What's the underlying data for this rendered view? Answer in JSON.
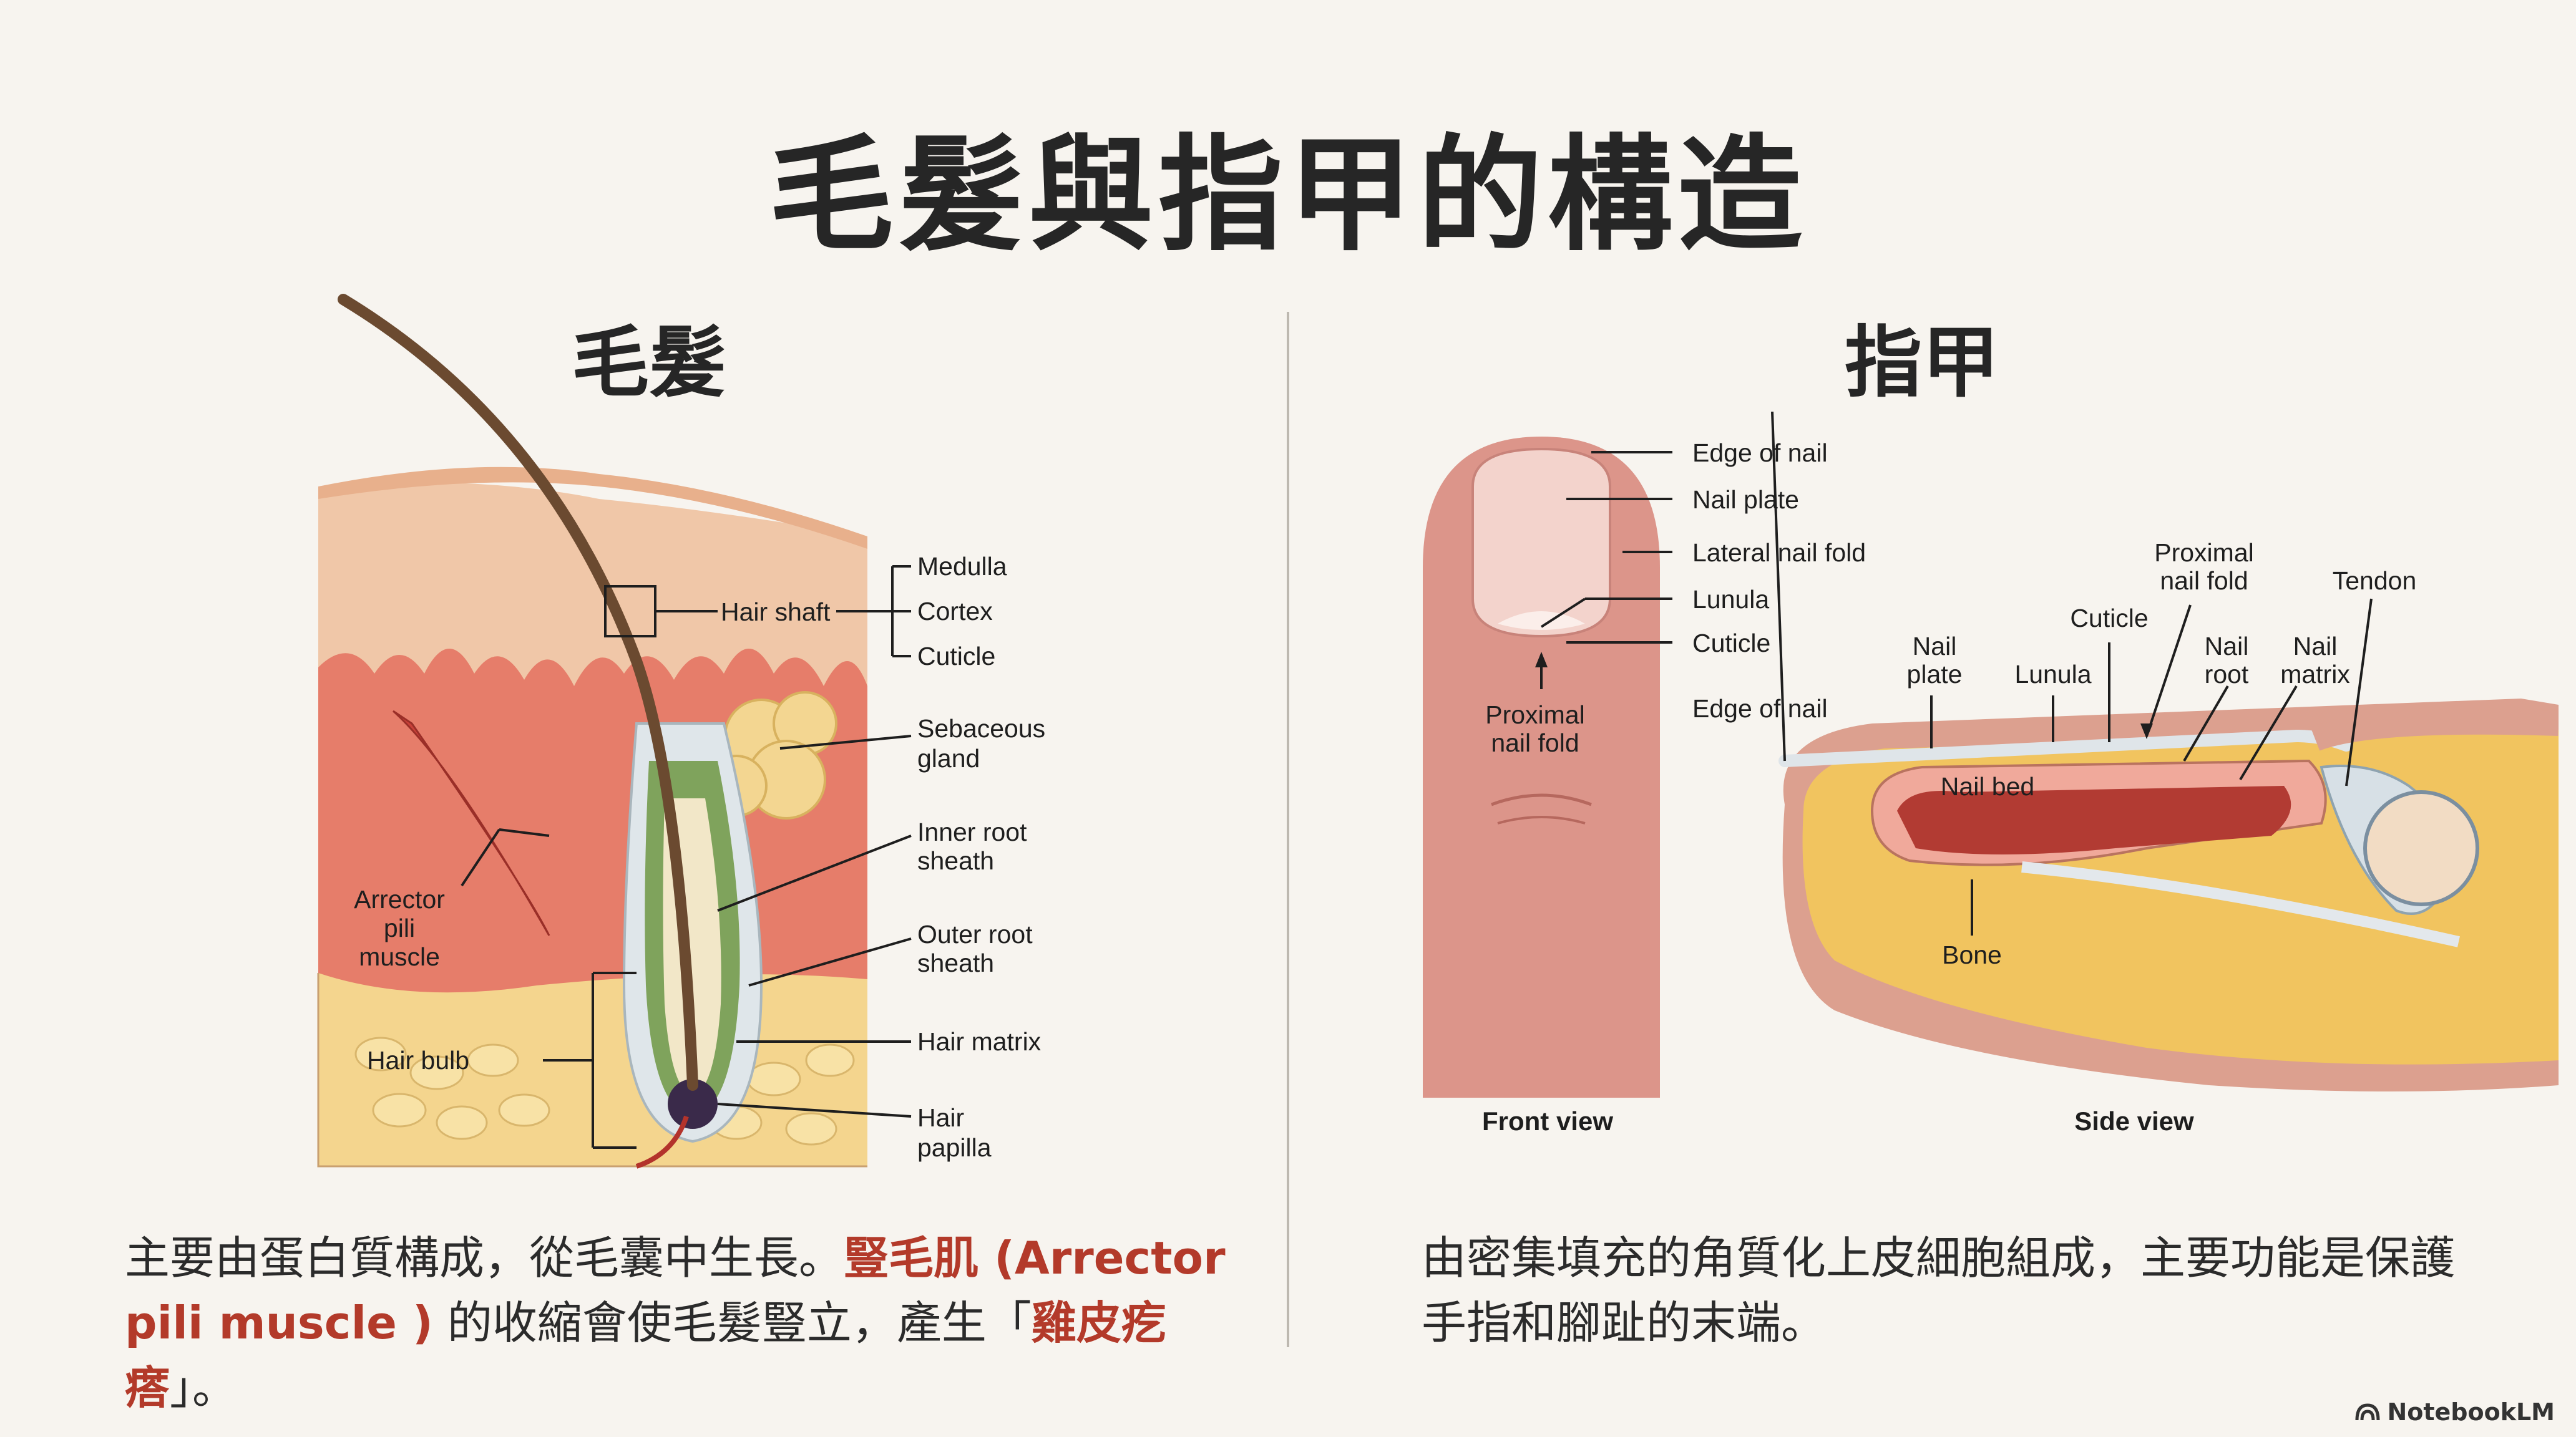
{
  "title": "毛髮與指甲的構造",
  "brand": "NotebookLM",
  "hair": {
    "heading": "毛髮",
    "labels": {
      "hair_shaft": "Hair shaft",
      "medulla": "Medulla",
      "cortex": "Cortex",
      "cuticle": "Cuticle",
      "sebaceous_1": "Sebaceous",
      "sebaceous_2": "gland",
      "inner_root_1": "Inner root",
      "inner_root_2": "sheath",
      "outer_root_1": "Outer root",
      "outer_root_2": "sheath",
      "hair_matrix": "Hair matrix",
      "papilla_1": "Hair",
      "papilla_2": "papilla",
      "arrector_1": "Arrector",
      "arrector_2": "pili",
      "arrector_3": "muscle",
      "hair_bulb": "Hair bulb"
    },
    "desc": {
      "part1": "主要由蛋白質構成，從毛囊中生長。",
      "highlight1": "豎毛肌 (Arrector pili muscle )",
      "part2": " 的收縮會使毛髮豎立，產生「",
      "highlight2": "雞皮疙瘩",
      "part3": "」。"
    }
  },
  "nail": {
    "heading": "指甲",
    "front": {
      "caption": "Front view",
      "edge": "Edge of nail",
      "plate": "Nail plate",
      "lateral": "Lateral nail fold",
      "lunula": "Lunula",
      "cuticle": "Cuticle",
      "proximal_1": "Proximal",
      "proximal_2": "nail fold"
    },
    "side": {
      "caption": "Side view",
      "edge": "Edge of nail",
      "plate_1": "Nail",
      "plate_2": "plate",
      "lunula": "Lunula",
      "cuticle": "Cuticle",
      "proximal_1": "Proximal",
      "proximal_2": "nail fold",
      "root_1": "Nail",
      "root_2": "root",
      "matrix_1": "Nail",
      "matrix_2": "matrix",
      "tendon": "Tendon",
      "nail_bed": "Nail bed",
      "bone": "Bone"
    },
    "desc": "由密集填充的角質化上皮細胞組成，主要功能是保護手指和腳趾的末端。"
  }
}
